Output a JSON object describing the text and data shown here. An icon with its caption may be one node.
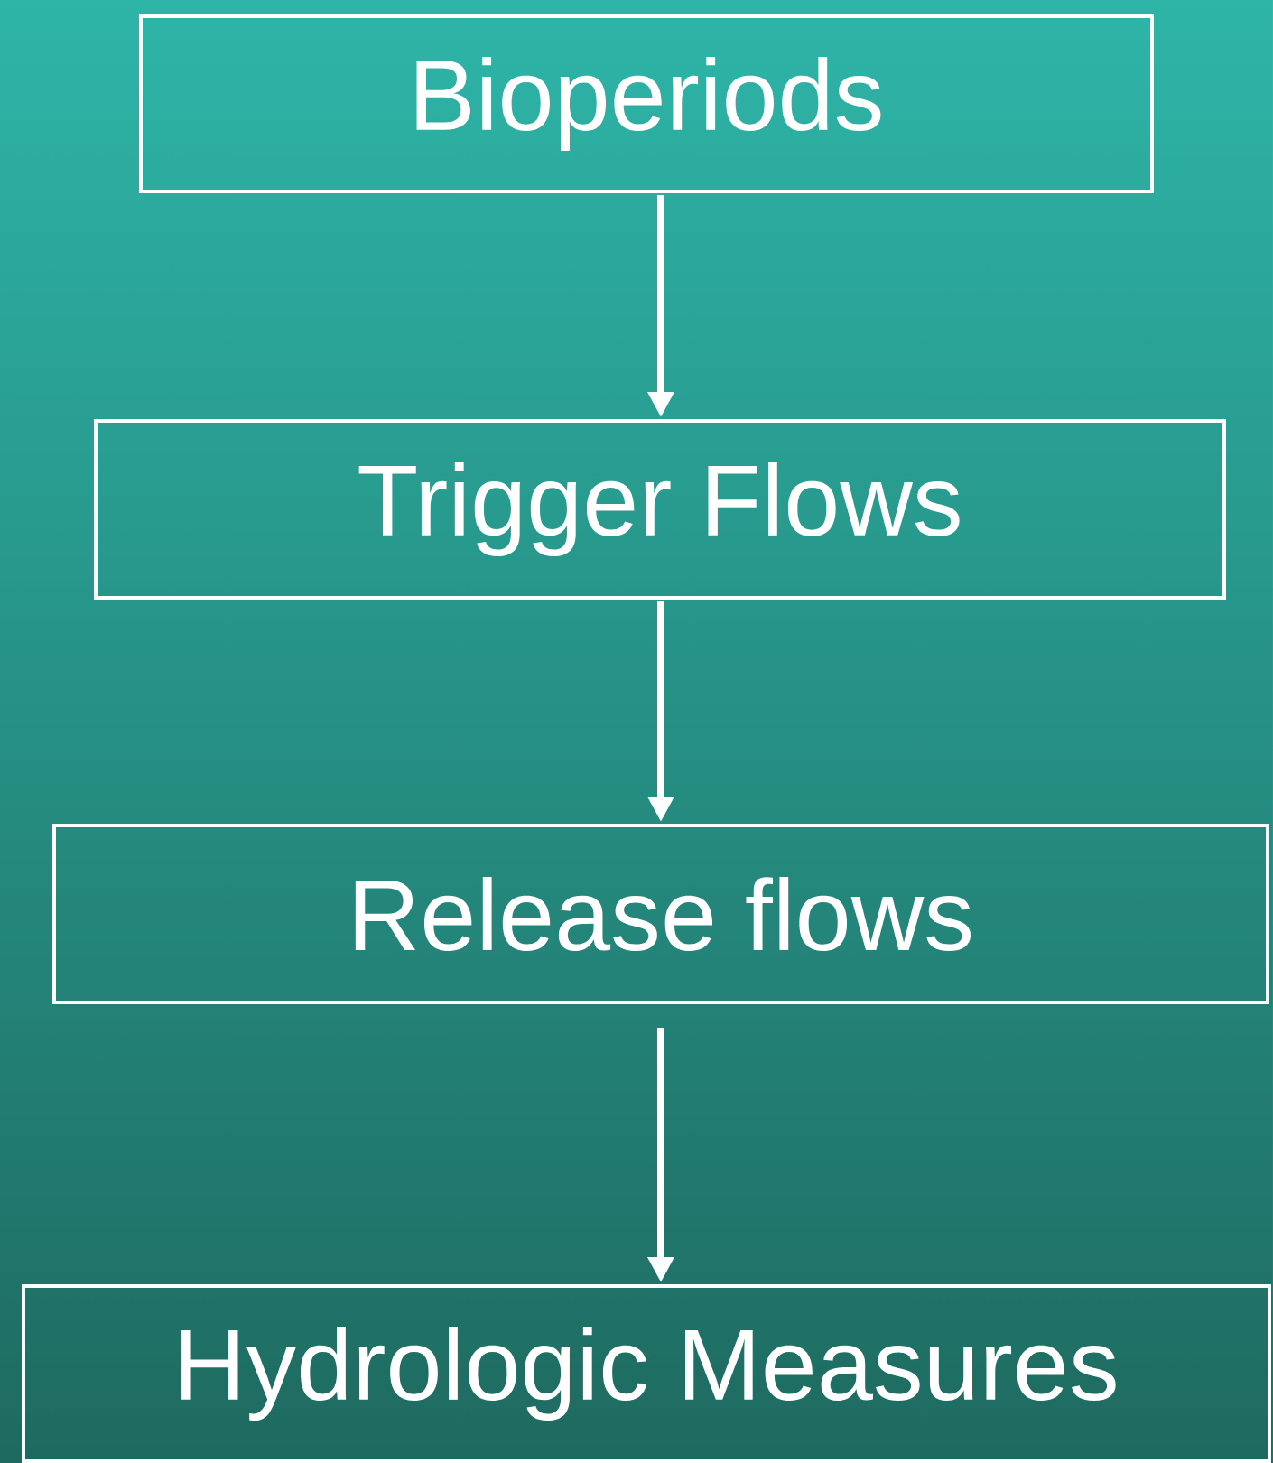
{
  "diagram": {
    "nodes": [
      {
        "text": [
          "Bioperiods"
        ]
      },
      {
        "text": [
          "Trigger Flows"
        ]
      },
      {
        "text": [
          "Release flows"
        ]
      },
      {
        "text": [
          "Hydrologic Measures"
        ]
      }
    ],
    "edges": [
      {
        "from": 0,
        "to": 1,
        "arrow": "to"
      },
      {
        "from": 1,
        "to": 2,
        "arrow": "to"
      },
      {
        "from": 2,
        "to": 3,
        "arrow": "to"
      }
    ]
  }
}
